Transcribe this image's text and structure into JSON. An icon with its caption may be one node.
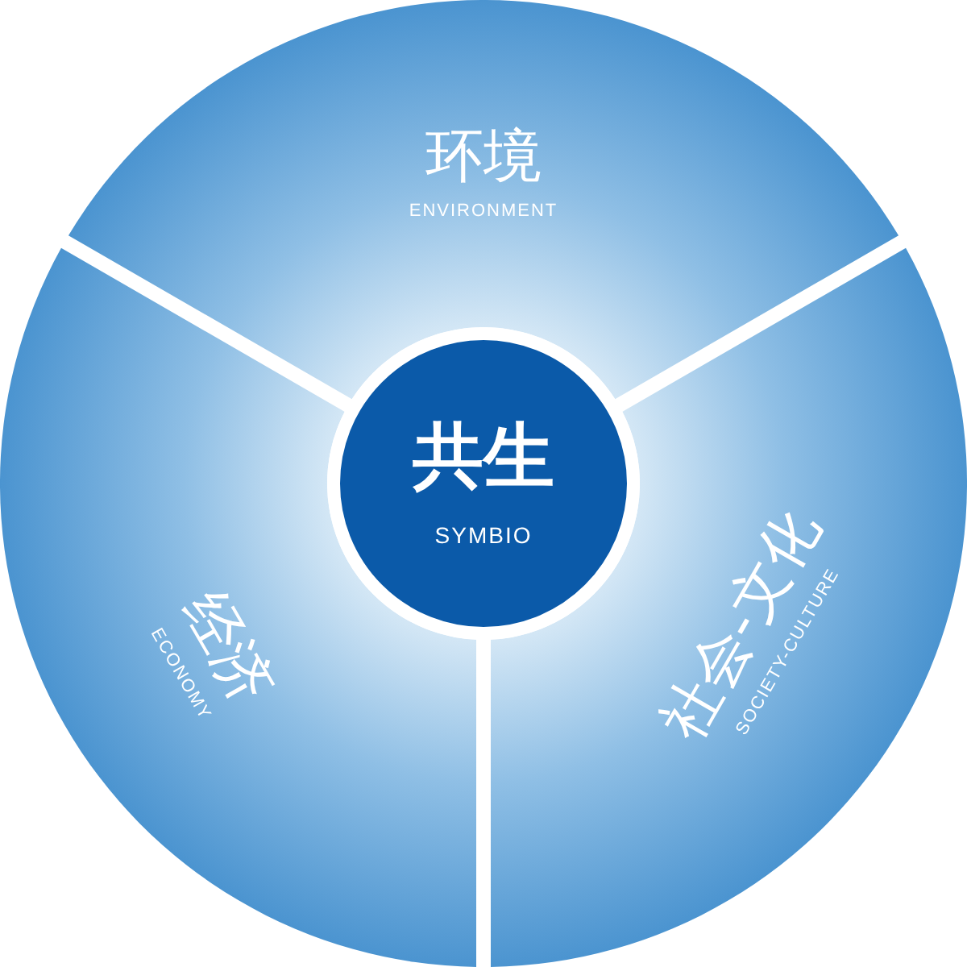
{
  "diagram": {
    "nodes": [
      {
        "text": [
          "共生",
          "SYMBIO"
        ]
      },
      {
        "text": [
          "环境",
          "ENVIRONMENT"
        ]
      },
      {
        "text": [
          "经济",
          "ECONOMY"
        ]
      },
      {
        "text": [
          "社会-文化",
          "SOCIETY-CULTURE"
        ]
      }
    ]
  }
}
